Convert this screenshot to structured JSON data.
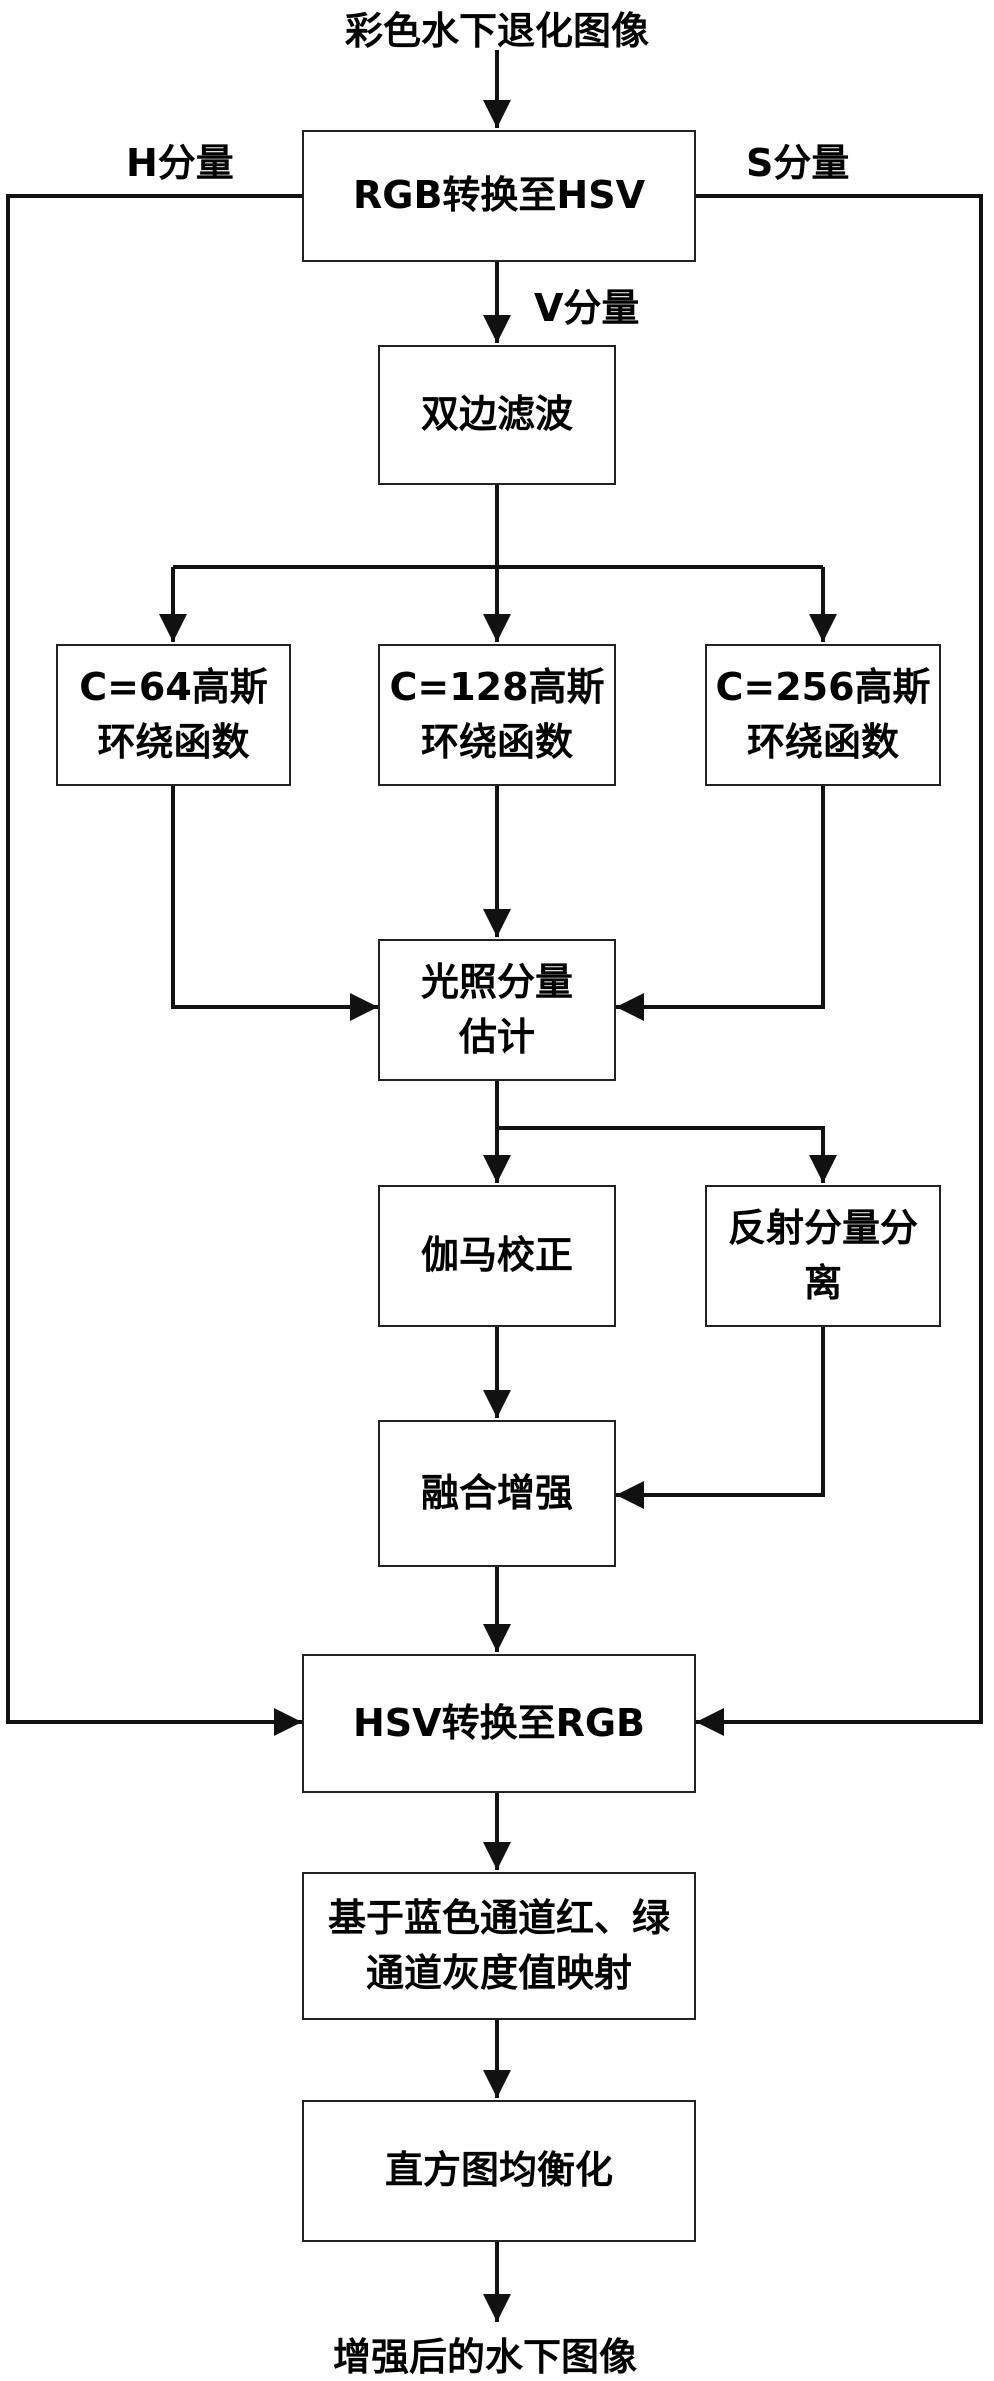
{
  "input_label": "彩色水下退化图像",
  "output_label": "增强后的水下图像",
  "edge_labels": {
    "h": "H分量",
    "s": "S分量",
    "v": "V分量"
  },
  "nodes": {
    "rgb_to_hsv": "RGB转换至HSV",
    "bilateral": "双边滤波",
    "gauss64": "C=64高斯\n环绕函数",
    "gauss128": "C=128高斯\n环绕函数",
    "gauss256": "C=256高斯\n环绕函数",
    "illumination": "光照分量\n估计",
    "gamma": "伽马校正",
    "reflection": "反射分量分\n离",
    "fusion": "融合增强",
    "hsv_to_rgb": "HSV转换至RGB",
    "mapping": "基于蓝色通道红、绿\n通道灰度值映射",
    "histeq": "直方图均衡化"
  }
}
